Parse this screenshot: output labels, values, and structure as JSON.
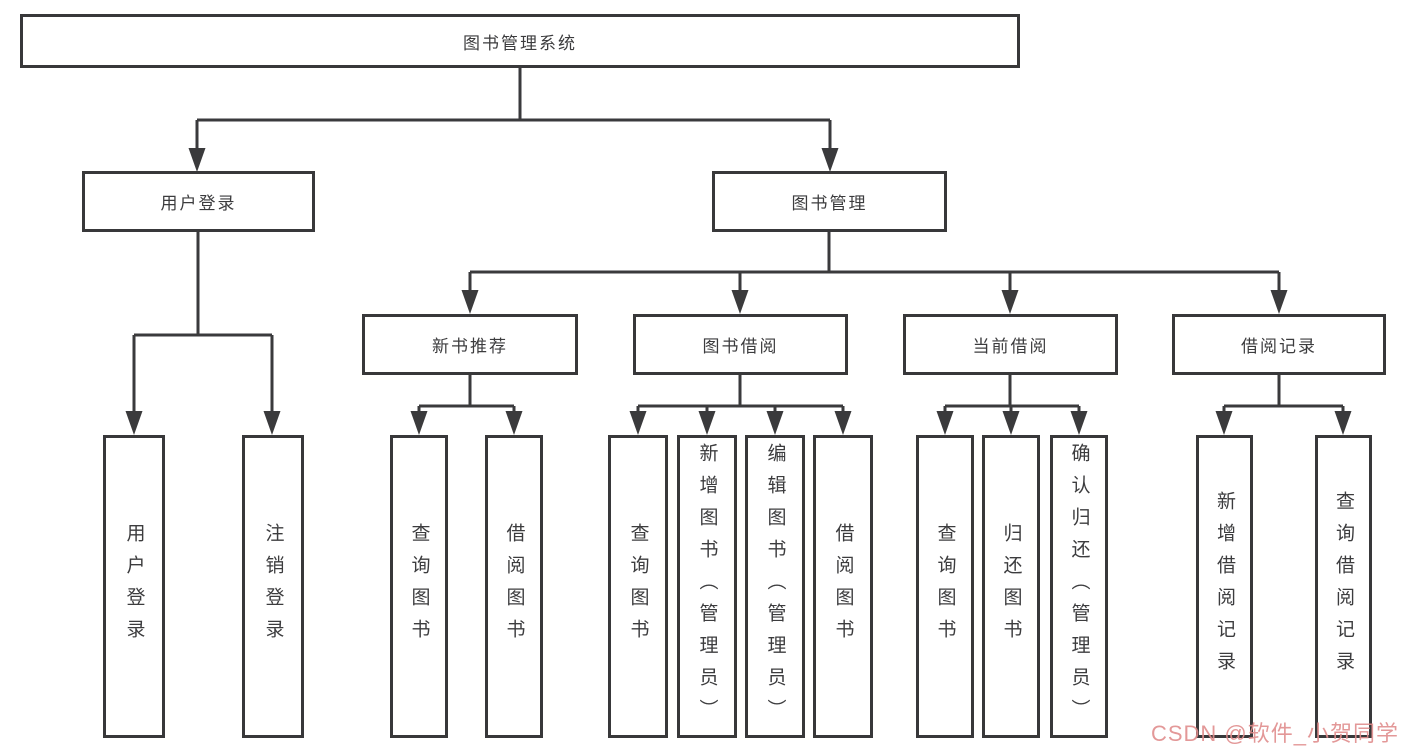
{
  "colors": {
    "background": "#ffffff",
    "box_border": "#38383a",
    "line": "#3a3a3c",
    "text": "#3c3c3e",
    "watermark": "#e08d8d"
  },
  "tree": {
    "label": "图书管理系统",
    "children": [
      {
        "label": "用户登录",
        "children": [
          {
            "label": "用户登录"
          },
          {
            "label": "注销登录"
          }
        ]
      },
      {
        "label": "图书管理",
        "children": [
          {
            "label": "新书推荐",
            "children": [
              {
                "label": "查询图书"
              },
              {
                "label": "借阅图书"
              }
            ]
          },
          {
            "label": "图书借阅",
            "children": [
              {
                "label": "查询图书"
              },
              {
                "label": "新增图书（管理员）"
              },
              {
                "label": "编辑图书（管理员）"
              },
              {
                "label": "借阅图书"
              }
            ]
          },
          {
            "label": "当前借阅",
            "children": [
              {
                "label": "查询图书"
              },
              {
                "label": "归还图书"
              },
              {
                "label": "确认归还（管理员）"
              }
            ]
          },
          {
            "label": "借阅记录",
            "children": [
              {
                "label": "新增借阅记录"
              },
              {
                "label": "查询借阅记录"
              }
            ]
          }
        ]
      }
    ]
  },
  "watermark": {
    "text": "CSDN @软件_小贺同学"
  }
}
